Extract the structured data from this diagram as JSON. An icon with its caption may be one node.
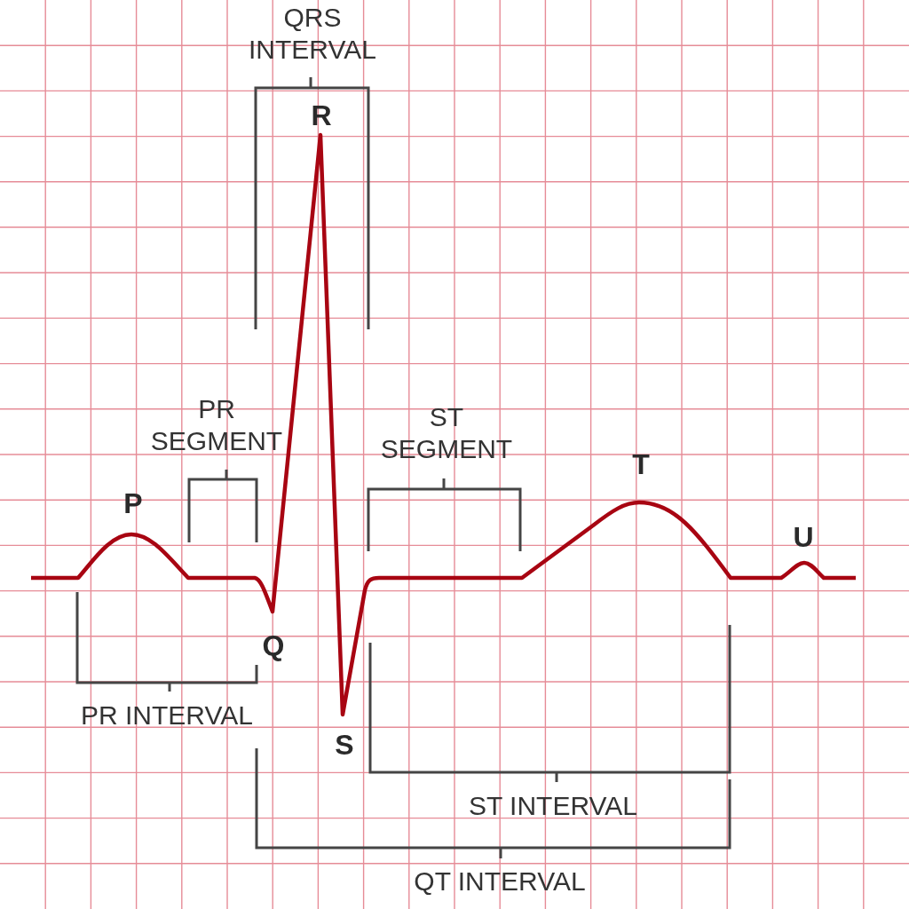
{
  "diagram": {
    "labels": [
      "QRS INTERVAL",
      "R",
      "PR SEGMENT",
      "ST SEGMENT",
      "T",
      "P",
      "U",
      "Q",
      "PR INTERVAL",
      "S",
      "ST INTERVAL",
      "QT INTERVAL"
    ]
  }
}
